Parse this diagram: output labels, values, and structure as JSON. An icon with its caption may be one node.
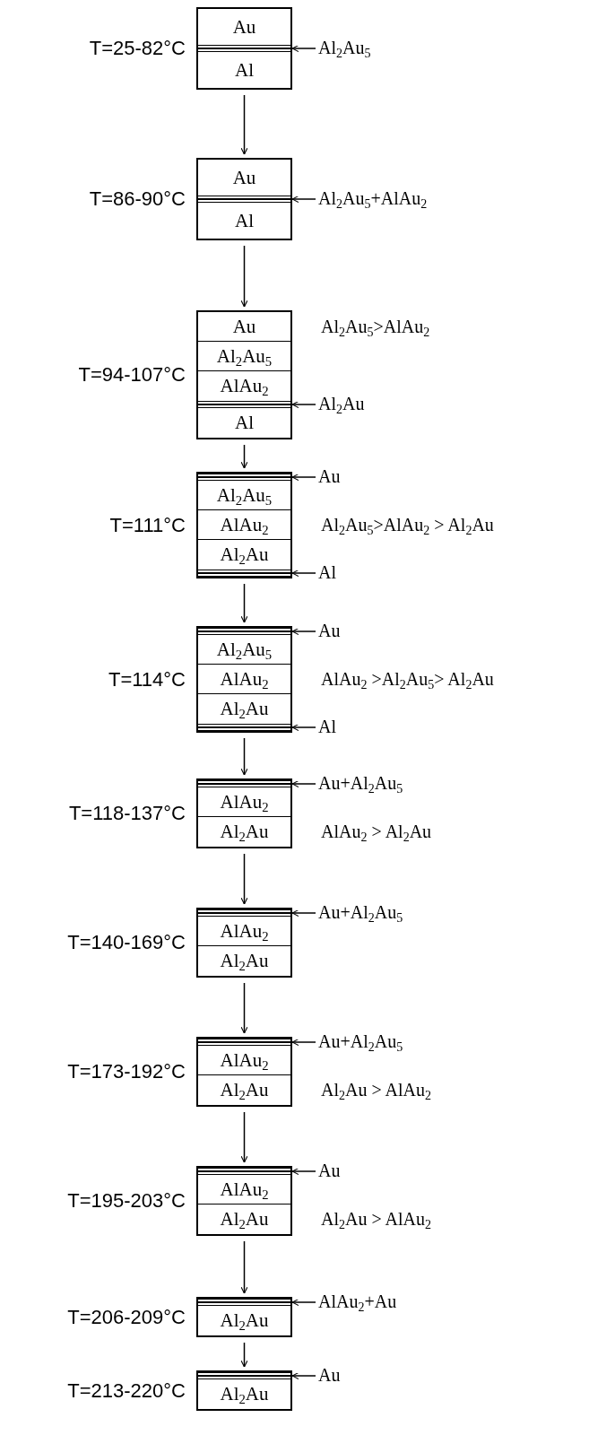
{
  "diagram": {
    "nodes": [
      {
        "text": [],
        "shape": "box",
        "beside": [
          "T=25-82°C"
        ]
      },
      {
        "text": [
          "Au"
        ],
        "in": 0
      },
      {
        "text": [],
        "shape": "bar",
        "in": 0
      },
      {
        "text": [
          "Al"
        ],
        "in": 0
      },
      {
        "text": [
          "Al$_{2}$Au$_{5}$"
        ]
      },
      {
        "text": [],
        "shape": "box",
        "beside": [
          "T=86-90°C"
        ]
      },
      {
        "text": [
          "Au"
        ],
        "in": 5
      },
      {
        "text": [],
        "shape": "bar",
        "in": 5
      },
      {
        "text": [
          "Al"
        ],
        "in": 5
      },
      {
        "text": [
          "Al$_{2}$Au$_{5}$+AlAu$_{2}$"
        ]
      },
      {
        "text": [],
        "shape": "box",
        "beside": [
          "T=94-107°C"
        ]
      },
      {
        "text": [
          "Au"
        ],
        "in": 10
      },
      {
        "text": [
          "Al$_{2}$Au$_{5}$"
        ],
        "in": 10
      },
      {
        "text": [
          "AlAu$_{2}$"
        ],
        "in": 10
      },
      {
        "text": [],
        "shape": "bar",
        "in": 10
      },
      {
        "text": [
          "Al"
        ],
        "in": 10
      },
      {
        "text": [
          "Al$_{2}$Au"
        ]
      },
      {
        "text": [],
        "shape": "box",
        "beside": [
          "T=111°C"
        ]
      },
      {
        "text": [],
        "shape": "bar",
        "in": 17
      },
      {
        "text": [
          "Al$_{2}$Au$_{5}$"
        ],
        "in": 17
      },
      {
        "text": [
          "AlAu$_{2}$"
        ],
        "in": 17
      },
      {
        "text": [
          "Al$_{2}$Au"
        ],
        "in": 17
      },
      {
        "text": [],
        "shape": "bar",
        "in": 17
      },
      {
        "text": [
          "Au"
        ]
      },
      {
        "text": [
          "Al"
        ]
      },
      {
        "text": [],
        "shape": "box",
        "beside": [
          "T=114°C"
        ]
      },
      {
        "text": [],
        "shape": "bar",
        "in": 25
      },
      {
        "text": [
          "Al$_{2}$Au$_{5}$"
        ],
        "in": 25
      },
      {
        "text": [
          "AlAu$_{2}$"
        ],
        "in": 25
      },
      {
        "text": [
          "Al$_{2}$Au"
        ],
        "in": 25
      },
      {
        "text": [],
        "shape": "bar",
        "in": 25
      },
      {
        "text": [
          "Au"
        ]
      },
      {
        "text": [
          "Al"
        ]
      },
      {
        "text": [],
        "shape": "box",
        "beside": [
          "T=118-137°C"
        ]
      },
      {
        "text": [],
        "shape": "bar",
        "in": 33
      },
      {
        "text": [
          "AlAu$_{2}$"
        ],
        "in": 33
      },
      {
        "text": [
          "Al$_{2}$Au"
        ],
        "in": 33
      },
      {
        "text": [
          "Au+Al$_{2}$Au$_{5}$"
        ]
      },
      {
        "text": [],
        "shape": "box",
        "beside": [
          "T=140-169°C"
        ]
      },
      {
        "text": [],
        "shape": "bar",
        "in": 38
      },
      {
        "text": [
          "AlAu$_{2}$"
        ],
        "in": 38
      },
      {
        "text": [
          "Al$_{2}$Au"
        ],
        "in": 38
      },
      {
        "text": [
          "Au+Al$_{2}$Au$_{5}$"
        ]
      },
      {
        "text": [],
        "shape": "box",
        "beside": [
          "T=173-192°C"
        ]
      },
      {
        "text": [],
        "shape": "bar",
        "in": 43
      },
      {
        "text": [
          "AlAu$_{2}$"
        ],
        "in": 43
      },
      {
        "text": [
          "Al$_{2}$Au"
        ],
        "in": 43
      },
      {
        "text": [
          "Au+Al$_{2}$Au$_{5}$"
        ]
      },
      {
        "text": [],
        "shape": "box",
        "beside": [
          "T=195-203°C"
        ]
      },
      {
        "text": [],
        "shape": "bar",
        "in": 48
      },
      {
        "text": [
          "AlAu$_{2}$"
        ],
        "in": 48
      },
      {
        "text": [
          "Al$_{2}$Au"
        ],
        "in": 48
      },
      {
        "text": [
          "Au"
        ]
      },
      {
        "text": [],
        "shape": "box",
        "beside": [
          "T=206-209°C"
        ]
      },
      {
        "text": [],
        "shape": "bar",
        "in": 53
      },
      {
        "text": [
          "Al$_{2}$Au"
        ],
        "in": 53
      },
      {
        "text": [
          "AlAu$_{2}$+Au"
        ]
      },
      {
        "text": [],
        "shape": "box",
        "beside": [
          "T=213-220°C"
        ]
      },
      {
        "text": [],
        "shape": "bar",
        "in": 57
      },
      {
        "text": [
          "Al$_{2}$Au"
        ],
        "in": 57
      },
      {
        "text": [
          "Au"
        ]
      }
    ],
    "edges": [
      {
        "from": 4,
        "to": 2,
        "arrow": "to"
      },
      {
        "from": 0,
        "to": 5,
        "arrow": "to"
      },
      {
        "from": 9,
        "to": 7,
        "arrow": "to"
      },
      {
        "from": 5,
        "to": 10,
        "arrow": "to"
      },
      {
        "from": 16,
        "to": 14,
        "arrow": "to"
      },
      {
        "from": 10,
        "to": 17,
        "arrow": "to"
      },
      {
        "from": 23,
        "to": 18,
        "arrow": "to"
      },
      {
        "from": 24,
        "to": 22,
        "arrow": "to"
      },
      {
        "from": 17,
        "to": 25,
        "arrow": "to"
      },
      {
        "from": 31,
        "to": 26,
        "arrow": "to"
      },
      {
        "from": 32,
        "to": 30,
        "arrow": "to"
      },
      {
        "from": 25,
        "to": 33,
        "arrow": "to"
      },
      {
        "from": 37,
        "to": 34,
        "arrow": "to"
      },
      {
        "from": 33,
        "to": 38,
        "arrow": "to"
      },
      {
        "from": 42,
        "to": 39,
        "arrow": "to"
      },
      {
        "from": 38,
        "to": 43,
        "arrow": "to"
      },
      {
        "from": 47,
        "to": 44,
        "arrow": "to"
      },
      {
        "from": 43,
        "to": 48,
        "arrow": "to"
      },
      {
        "from": 52,
        "to": 49,
        "arrow": "to"
      },
      {
        "from": 48,
        "to": 53,
        "arrow": "to"
      },
      {
        "from": 56,
        "to": 54,
        "arrow": "to"
      },
      {
        "from": 53,
        "to": 57,
        "arrow": "to"
      },
      {
        "from": 60,
        "to": 58,
        "arrow": "to"
      }
    ],
    "labels": [
      "Al$_{2}$Au$_{5}$>AlAu$_{2}$",
      "Al$_{2}$Au$_{5}$>AlAu$_{2}$ > Al$_{2}$Au",
      "AlAu$_{2}$ >Al$_{2}$Au$_{5}$> Al$_{2}$Au",
      "AlAu$_{2}$ > Al$_{2}$Au",
      "Al$_{2}$Au > AlAu$_{2}$",
      "Al$_{2}$Au > AlAu$_{2}$"
    ]
  }
}
